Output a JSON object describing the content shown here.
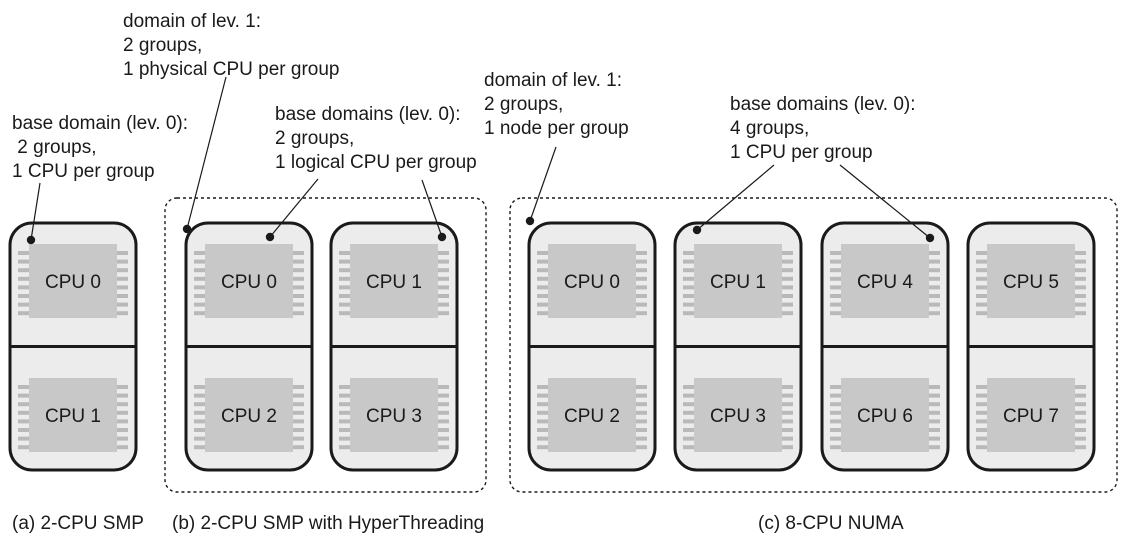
{
  "annotations": {
    "a_base": [
      "base domain (lev. 0):",
      " 2 groups,",
      "1 CPU per group"
    ],
    "b_level1": [
      "domain of lev. 1:",
      "2 groups,",
      "1 physical CPU per group"
    ],
    "b_base": [
      "base domains (lev. 0):",
      "2 groups,",
      "1 logical CPU per group"
    ],
    "c_level1": [
      "domain of lev. 1:",
      "2 groups,",
      "1 node per group"
    ],
    "c_base": [
      "base domains (lev. 0):",
      "4 groups,",
      "1 CPU per group"
    ]
  },
  "captions": {
    "a": "(a) 2-CPU SMP",
    "b": "(b) 2-CPU SMP with HyperThreading",
    "c": "(c) 8-CPU NUMA"
  },
  "cpu_labels": {
    "a": [
      "CPU 0",
      "CPU 1"
    ],
    "b": [
      "CPU 0",
      "CPU 1",
      "CPU 2",
      "CPU 3"
    ],
    "c": [
      "CPU 0",
      "CPU 1",
      "CPU 4",
      "CPU 5",
      "CPU 2",
      "CPU 3",
      "CPU 6",
      "CPU 7"
    ]
  },
  "colors": {
    "box_fill": "#ececec",
    "chip_fill": "#c8c8c8",
    "pin": "#b9b9b9",
    "stroke": "#1a1a1a"
  }
}
